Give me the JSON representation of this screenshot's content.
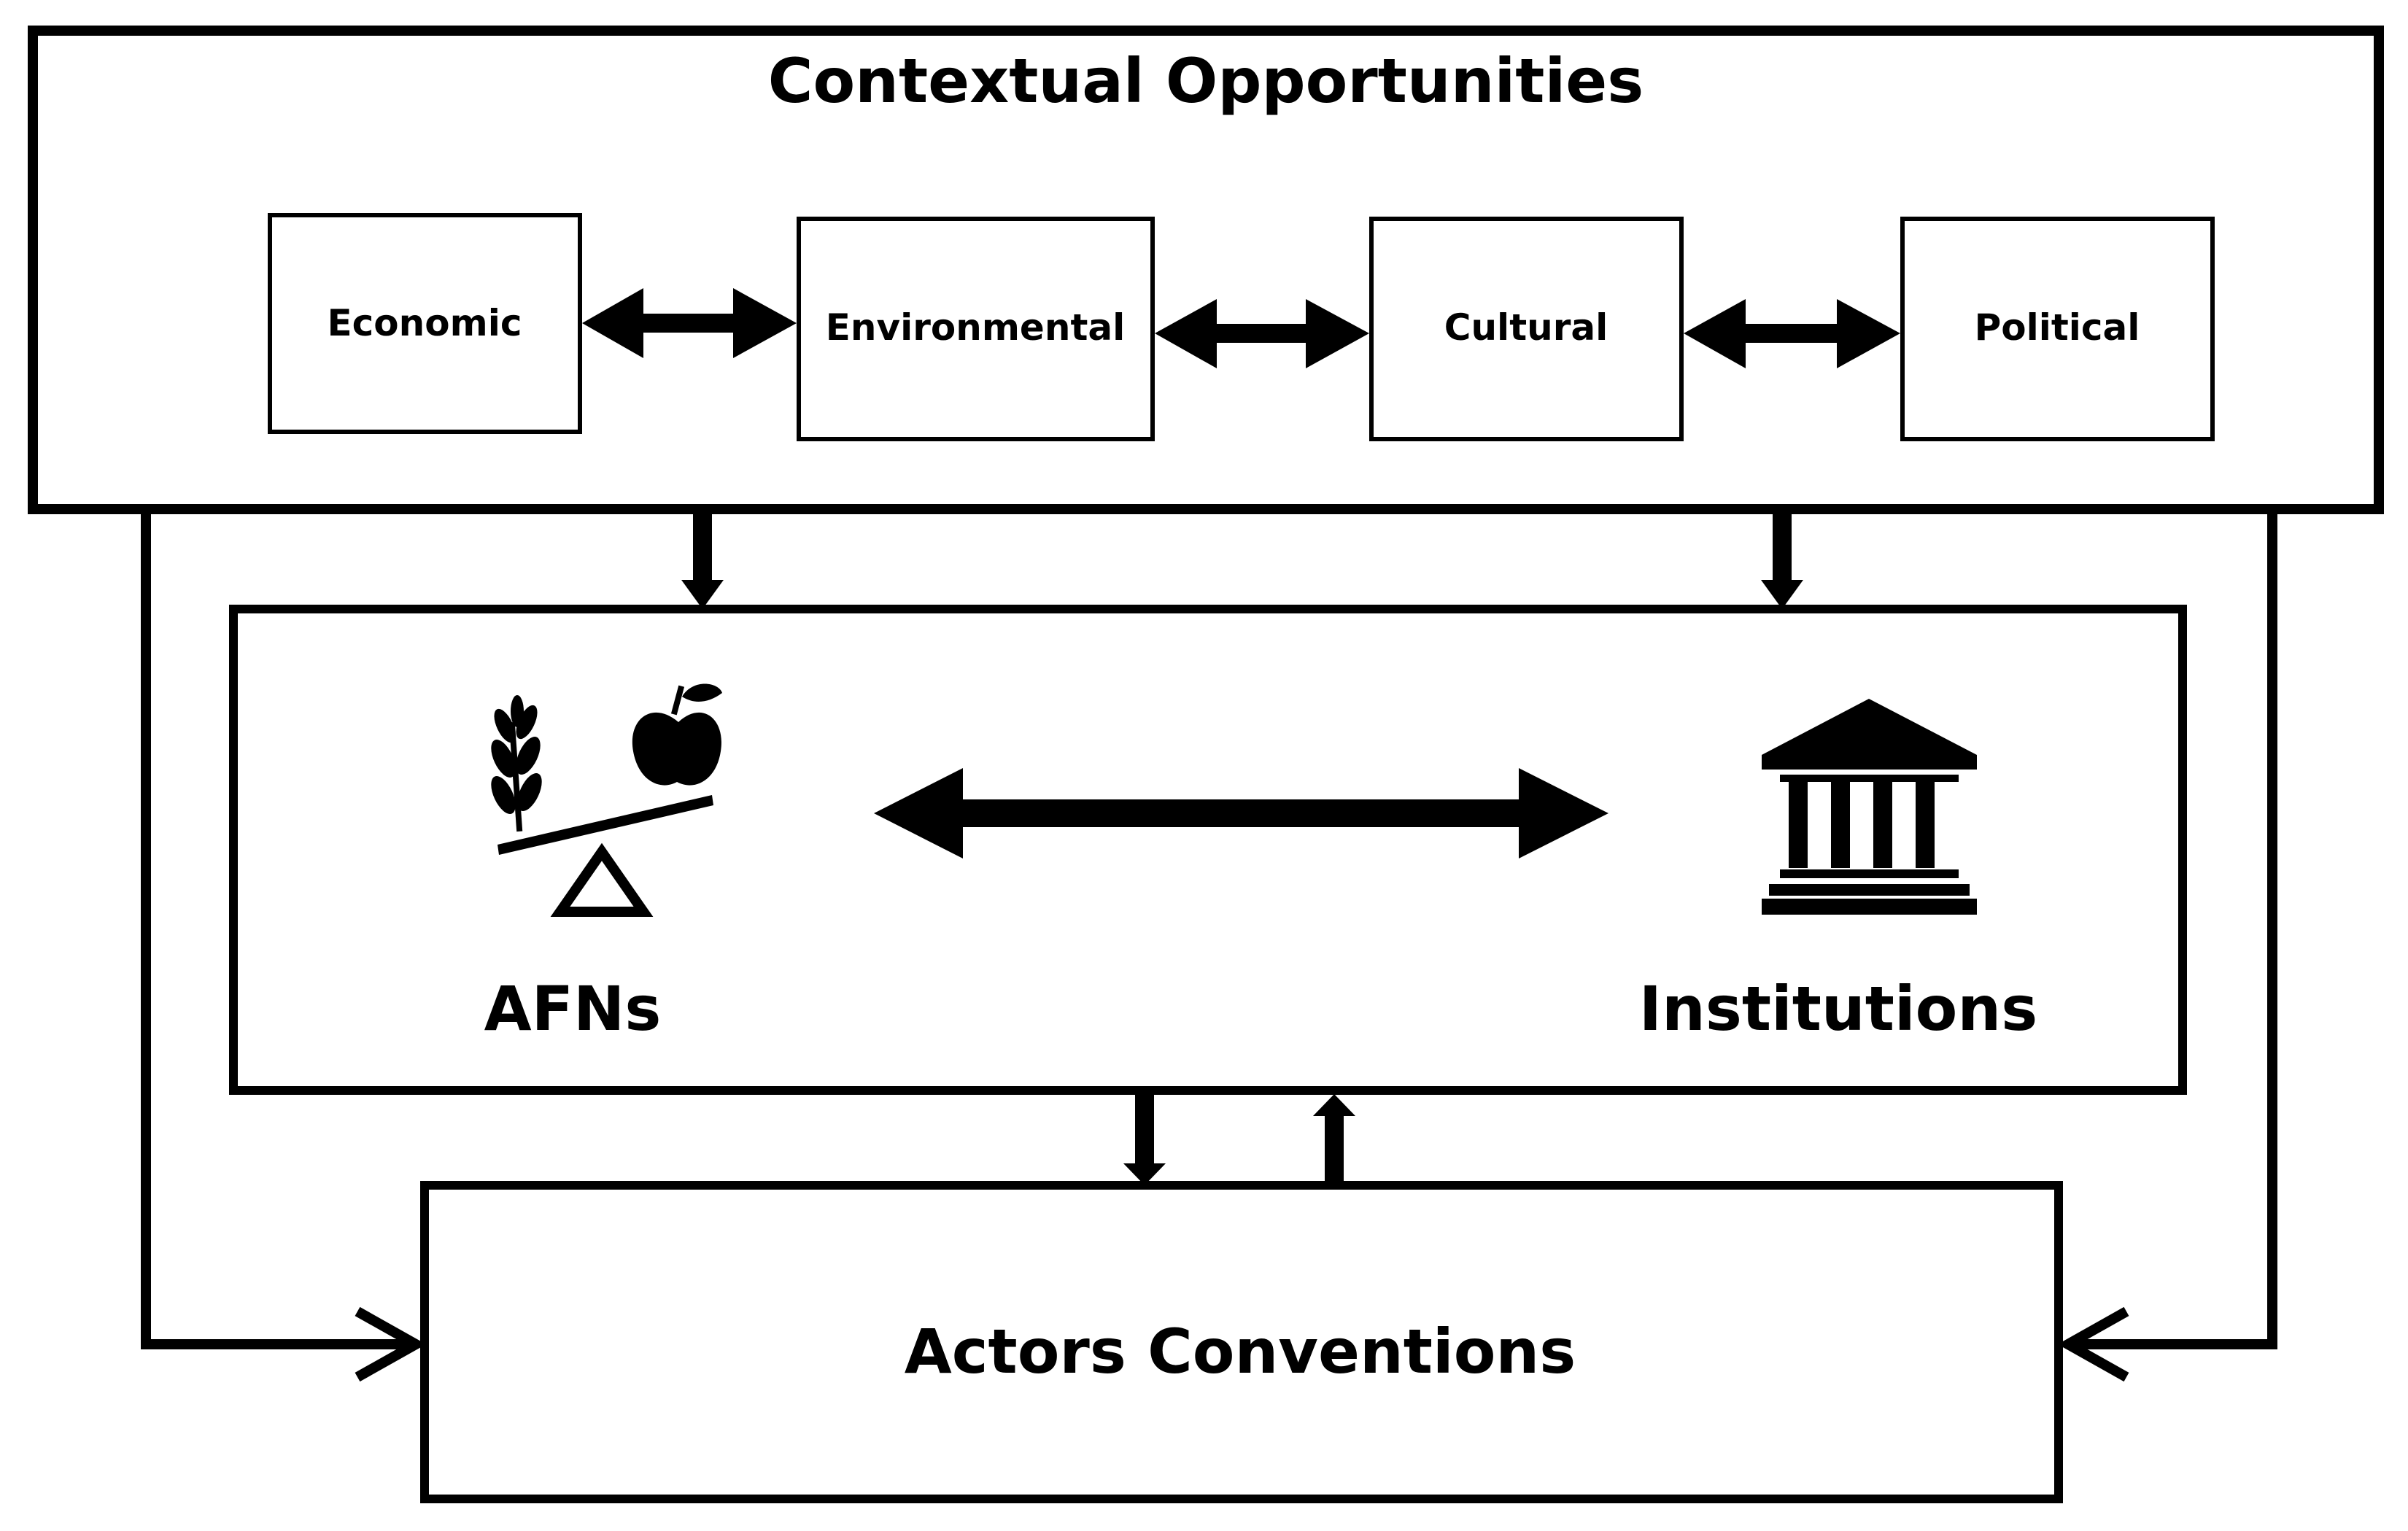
{
  "top_box": {
    "title": "Contextual Opportunities",
    "items": [
      {
        "label": "Economic"
      },
      {
        "label": "Environmental"
      },
      {
        "label": "Cultural"
      },
      {
        "label": "Political"
      }
    ]
  },
  "middle_box": {
    "left_label": "AFNs",
    "left_icon": "scale-grain-apple-icon",
    "right_label": "Institutions",
    "right_icon": "institution-building-icon"
  },
  "bottom_box": {
    "label": "Actors Conventions"
  }
}
